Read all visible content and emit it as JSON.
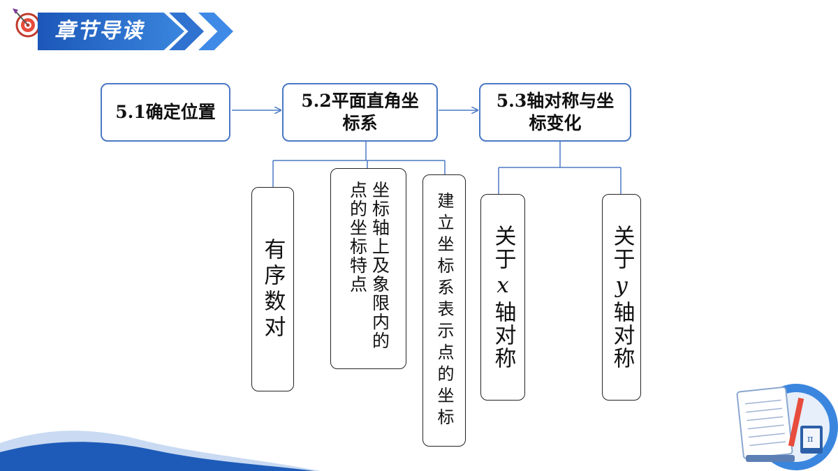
{
  "header": {
    "title": "章节导读"
  },
  "top_nodes": [
    {
      "label": "5.1确定位置"
    },
    {
      "label": "5.2平面直角坐标系"
    },
    {
      "label": "5.3轴对称与坐标变化"
    }
  ],
  "sub_nodes_52": [
    {
      "label": "有序数对"
    },
    {
      "label": "坐标轴上及象限内的点的坐标特点"
    },
    {
      "label": "建立坐标系表示点的坐标"
    }
  ],
  "sub_nodes_53": [
    {
      "pre": "关于",
      "var": "x",
      "post": "轴对称"
    },
    {
      "pre": "关于",
      "var": "y",
      "post": "轴对称"
    }
  ],
  "colors": {
    "accent": "#1c57b8",
    "box_border": "#4a78c4",
    "wave": "#1e5bb8"
  }
}
